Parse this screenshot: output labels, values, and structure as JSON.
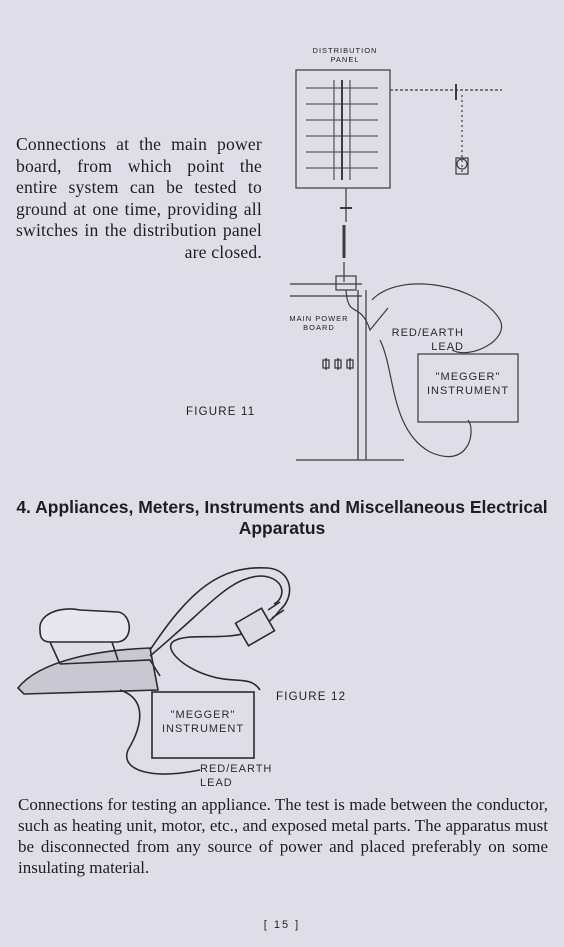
{
  "intro_text": "Connections at the main power board, from which point the entire system can be tested to ground at one time, providing all switches in the distribution panel are closed.",
  "figure11": {
    "label": "FIGURE 11",
    "distribution_panel": "DISTRIBUTION PANEL",
    "main_power_board": "MAIN POWER BOARD",
    "lead": "RED/EARTH LEAD",
    "instrument": "\"MEGGER\" INSTRUMENT"
  },
  "section_heading": "4. Appliances, Meters, Instruments and Miscellaneous Electrical Apparatus",
  "figure12": {
    "label": "FIGURE 12",
    "instrument": "\"MEGGER\" INSTRUMENT",
    "lead": "RED/EARTH LEAD"
  },
  "caption": "Connections for testing an appliance. The test is made between the conductor, such as heating unit, motor, etc., and exposed metal parts. The apparatus must be disconnected from any source of power and placed preferably on some insulating material.",
  "page_number": "[ 15 ]"
}
